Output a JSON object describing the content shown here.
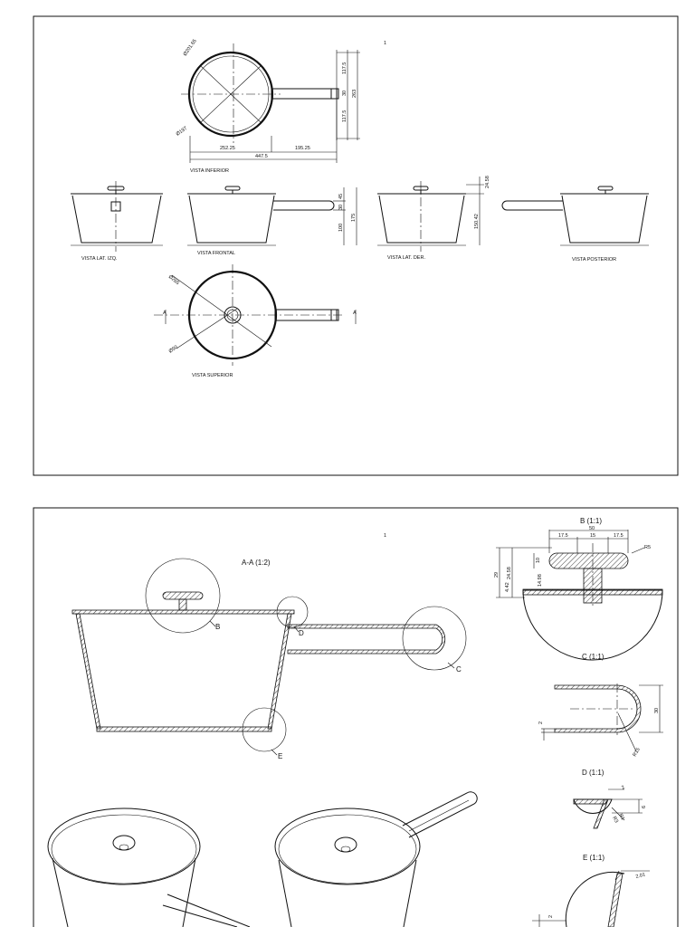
{
  "sheet1": {
    "sheet_number": "1",
    "views": {
      "inferior": "VISTA INFERIOR",
      "lat_izq": "VISTA LAT. IZQ.",
      "frontal": "VISTA FRONTAL",
      "lat_der": "VISTA LAT. DER.",
      "posterior": "VISTA POSTERIOR",
      "superior": "VISTA SUPERIOR"
    },
    "dims": {
      "d201": "Ø201.65",
      "d197": "Ø197",
      "w252": "252.25",
      "w195": "195.25",
      "w447": "447.5",
      "h117a": "117.5",
      "h117b": "117.5",
      "h30": "30",
      "h263": "263",
      "h45": "45",
      "h30b": "30",
      "h175": "175",
      "h100": "100",
      "h24": "24.58",
      "h150": "150.42",
      "d265": "Ø265",
      "d50": "Ø50"
    },
    "section_marker": "A"
  },
  "sheet2": {
    "sheet_number": "1",
    "section_title": "A-A (1:2)",
    "callouts": {
      "b": "B",
      "c": "C",
      "d": "D",
      "e": "E"
    },
    "detail_b": {
      "title": "B (1:1)",
      "d50": "50",
      "d175a": "17.5",
      "d15": "15",
      "d175b": "17.5",
      "r5": "R5",
      "d10": "10",
      "d29": "29",
      "d2458": "24.58",
      "d1498": "14.98",
      "d442": "4.42"
    },
    "detail_c": {
      "title": "C (1:1)",
      "d30": "30",
      "d2": "2",
      "r15": "R15"
    },
    "detail_d": {
      "title": "D (1:1)",
      "d2": "2",
      "d6": "6",
      "r1": "R1",
      "r3": "R3"
    },
    "detail_e": {
      "title": "E (1:1)",
      "d201": "2.01",
      "d2": "2"
    }
  }
}
